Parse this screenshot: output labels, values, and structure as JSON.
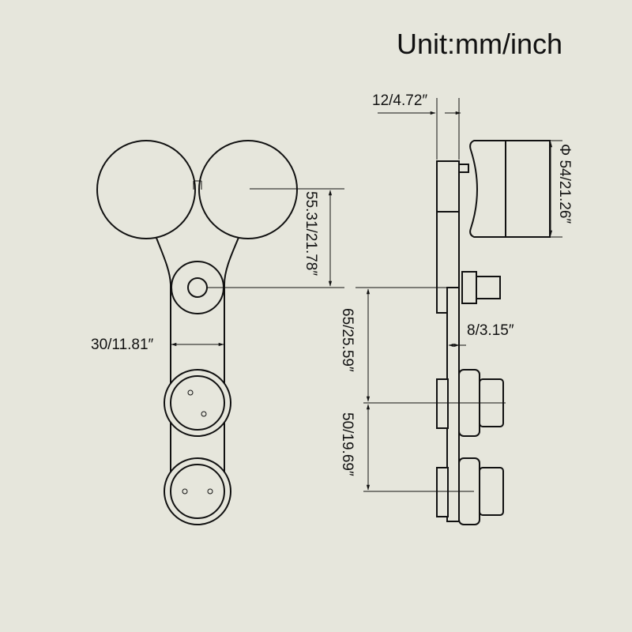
{
  "title": "Unit:mm/inch",
  "dimensions": {
    "offset": "12/4.72″",
    "wheel_diameter": "Φ 54/21.26″",
    "wheel_to_pivot": "55.31/21.78″",
    "pivot_to_roller": "65/25.59″",
    "shaft": "8/3.15″",
    "plate_width": "30/11.81″",
    "roller_spacing": "50/19.69″"
  },
  "colors": {
    "background": "#e6e6dc",
    "line": "#111111"
  }
}
